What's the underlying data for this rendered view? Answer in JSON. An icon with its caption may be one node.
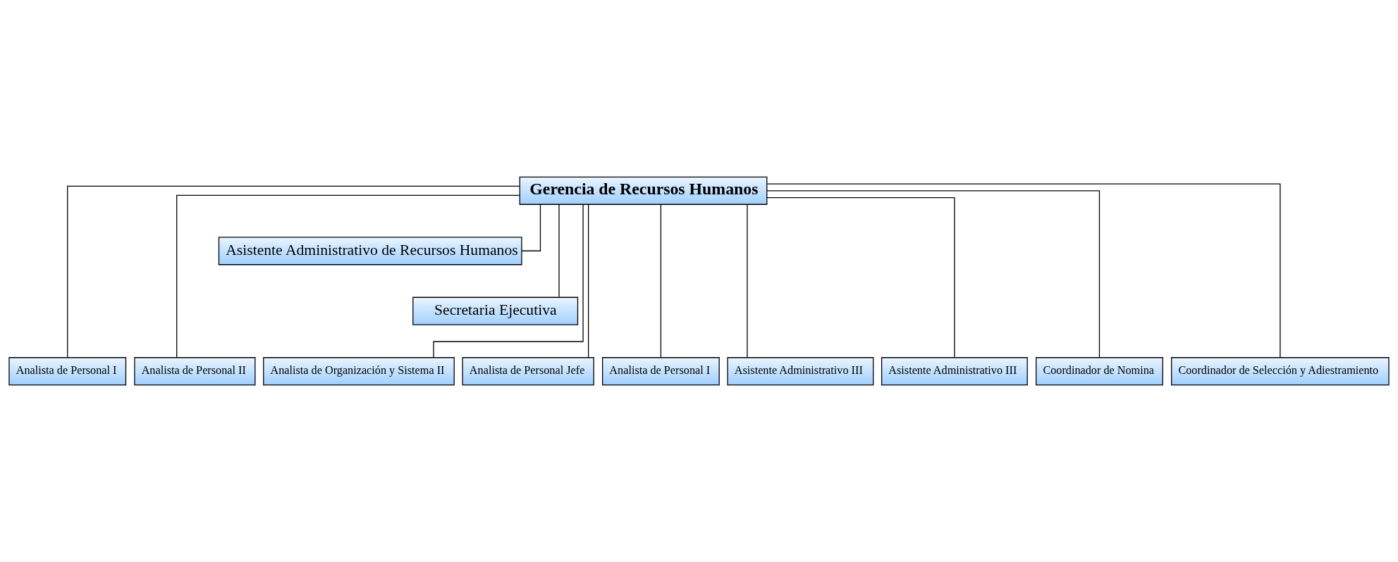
{
  "diagram": {
    "nodes": [
      {
        "text": [
          "Gerencia de Recursos Humanos"
        ]
      },
      {
        "text": [
          "Asistente Administrativo de Recursos Humanos"
        ]
      },
      {
        "text": [
          "Secretaria Ejecutiva"
        ]
      },
      {
        "text": [
          "Analista de Personal I"
        ]
      },
      {
        "text": [
          "Analista de Personal II"
        ]
      },
      {
        "text": [
          "Analista de Organización y Sistema II"
        ]
      },
      {
        "text": [
          "Analista de Personal Jefe"
        ]
      },
      {
        "text": [
          "Analista de Personal I"
        ]
      },
      {
        "text": [
          "Asistente Administrativo III"
        ]
      },
      {
        "text": [
          "Asistente Administrativo III"
        ]
      },
      {
        "text": [
          "Coordinador de Nomina"
        ]
      },
      {
        "text": [
          "Coordinador de Selección y Adiestramiento"
        ]
      }
    ],
    "edges": [
      {
        "from": 0,
        "to": 1,
        "arrow": "none"
      },
      {
        "from": 0,
        "to": 2,
        "arrow": "none"
      },
      {
        "from": 0,
        "to": 3,
        "arrow": "none"
      },
      {
        "from": 0,
        "to": 4,
        "arrow": "none"
      },
      {
        "from": 0,
        "to": 5,
        "arrow": "none"
      },
      {
        "from": 0,
        "to": 6,
        "arrow": "none"
      },
      {
        "from": 0,
        "to": 7,
        "arrow": "none"
      },
      {
        "from": 0,
        "to": 8,
        "arrow": "none"
      },
      {
        "from": 0,
        "to": 9,
        "arrow": "none"
      },
      {
        "from": 0,
        "to": 10,
        "arrow": "none"
      },
      {
        "from": 0,
        "to": 11,
        "arrow": "none"
      }
    ]
  }
}
